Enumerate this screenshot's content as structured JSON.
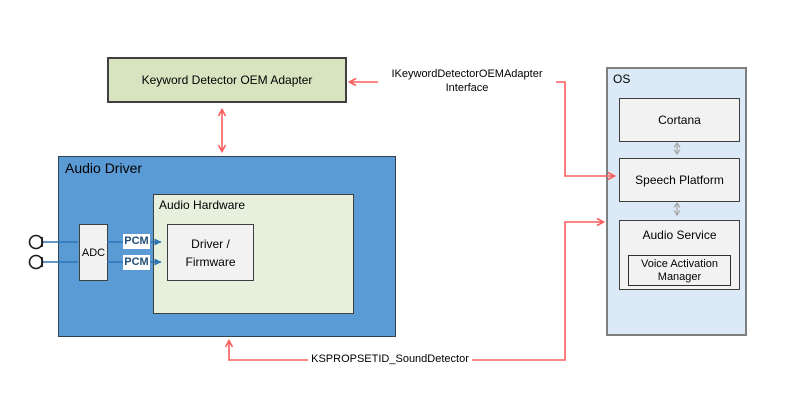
{
  "adapter": {
    "label": "Keyword Detector OEM Adapter"
  },
  "audio_driver": {
    "label": "Audio Driver",
    "audio_hardware": {
      "label": "Audio Hardware",
      "driver_firmware": {
        "label": "Driver /\nFirmware"
      }
    },
    "adc": {
      "label": "ADC"
    },
    "pcm_labels": [
      "PCM",
      "PCM"
    ]
  },
  "os": {
    "label": "OS",
    "cortana": {
      "label": "Cortana"
    },
    "speech_platform": {
      "label": "Speech Platform"
    },
    "audio_service": {
      "label": "Audio Service",
      "voice_activation_manager": {
        "label": "Voice Activation Manager"
      }
    }
  },
  "connections": {
    "interface_label": "IKeywordDetectorOEMAdapter Interface",
    "ksproperty_label": "KSPROPSETID_SoundDetector"
  },
  "icons": {
    "microphone_count": 2
  },
  "colors": {
    "adapter_fill": "#d8e4c0",
    "audio_driver_fill": "#5b9bd5",
    "audio_hardware_fill": "#e6f0dc",
    "component_fill": "#f2f2f2",
    "os_fill": "#dce9f6",
    "red_line": "#fb5d5d",
    "blue_line": "#2e75b6",
    "pcm_text": "#1f4e79",
    "gray_arrow": "#a6a6a6",
    "box_border": "#3f3f3f"
  }
}
